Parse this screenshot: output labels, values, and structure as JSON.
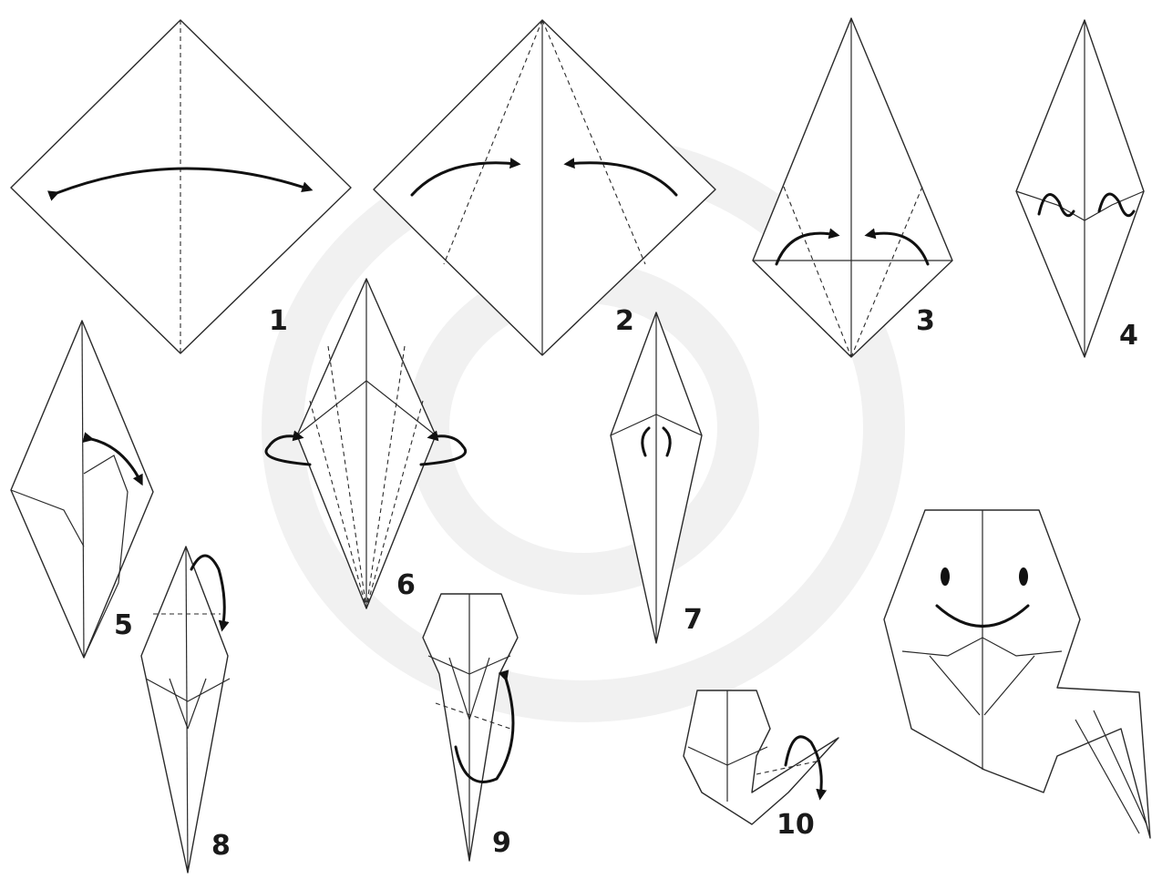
{
  "steps": [
    {
      "number": "1"
    },
    {
      "number": "2"
    },
    {
      "number": "3"
    },
    {
      "number": "4"
    },
    {
      "number": "5"
    },
    {
      "number": "6"
    },
    {
      "number": "7"
    },
    {
      "number": "8"
    },
    {
      "number": "9"
    },
    {
      "number": "10"
    }
  ],
  "colors": {
    "line": "#2a2a2a",
    "arrow": "#111111",
    "background": "#ffffff",
    "watermark": "#f1f1f1"
  }
}
